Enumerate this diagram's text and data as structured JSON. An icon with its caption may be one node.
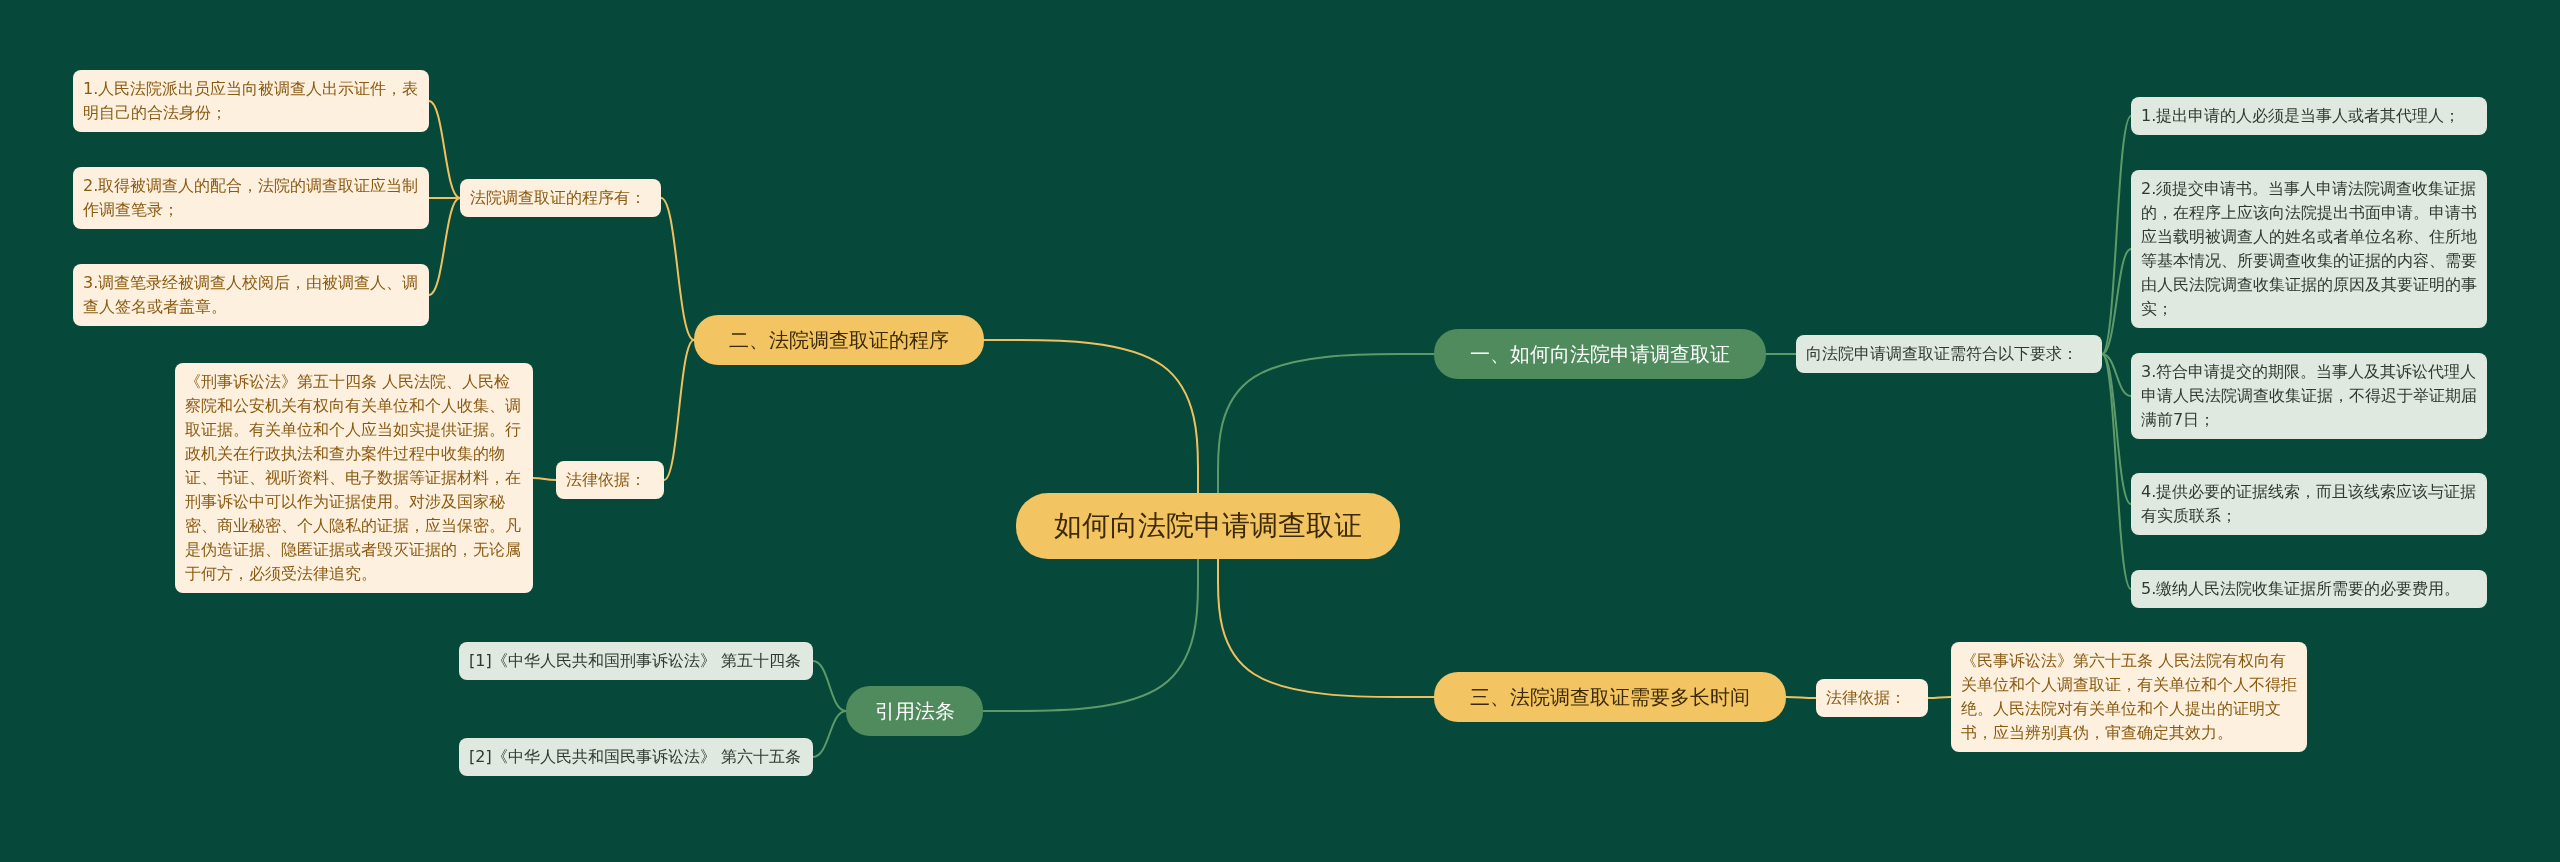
{
  "diagram": {
    "nodes": [
      {
        "text": [
          "如何向法院申请调查取证"
        ]
      },
      {
        "text": [
          "一、如何向法院申请调查取证"
        ]
      },
      {
        "text": [
          "向法院申请调查取证需符合以下要求："
        ]
      },
      {
        "text": [
          "1.提出申请的人必须是当事人或者其代理人；"
        ]
      },
      {
        "text": [
          "2.须提交申请书。当事人申请法院调查收集证据的，在程序上应该向法院提出书面申请。申请书应当载明被调查人的姓名或者单位名称、住所地等基本情况、所要调查收集的证据的内容、需要由人民法院调查收集证据的原因及其要证明的事实；"
        ]
      },
      {
        "text": [
          "3.符合申请提交的期限。当事人及其诉讼代理人申请人民法院调查收集证据，不得迟于举证期届满前7日；"
        ]
      },
      {
        "text": [
          "4.提供必要的证据线索，而且该线索应该与证据有实质联系；"
        ]
      },
      {
        "text": [
          "5.缴纳人民法院收集证据所需要的必要费用。"
        ]
      },
      {
        "text": [
          "二、法院调查取证的程序"
        ]
      },
      {
        "text": [
          "法院调查取证的程序有："
        ]
      },
      {
        "text": [
          "1.人民法院派出员应当向被调查人出示证件，表明自己的合法身份；"
        ]
      },
      {
        "text": [
          "2.取得被调查人的配合，法院的调查取证应当制作调查笔录；"
        ]
      },
      {
        "text": [
          "3.调查笔录经被调查人校阅后，由被调查人、调查人签名或者盖章。"
        ]
      },
      {
        "text": [
          "法律依据："
        ]
      },
      {
        "text": [
          "《刑事诉讼法》第五十四条 人民法院、人民检察院和公安机关有权向有关单位和个人收集、调取证据。有关单位和个人应当如实提供证据。行政机关在行政执法和查办案件过程中收集的物证、书证、视听资料、电子数据等证据材料，在刑事诉讼中可以作为证据使用。对涉及国家秘密、商业秘密、个人隐私的证据，应当保密。凡是伪造证据、隐匿证据或者毁灭证据的，无论属于何方，必须受法律追究。"
        ]
      },
      {
        "text": [
          "三、法院调查取证需要多长时间"
        ]
      },
      {
        "text": [
          "法律依据："
        ]
      },
      {
        "text": [
          "《民事诉讼法》第六十五条 人民法院有权向有关单位和个人调查取证，有关单位和个人不得拒绝。人民法院对有关单位和个人提出的证明文书，应当辨别真伪，审查确定其效力。"
        ]
      },
      {
        "text": [
          "引用法条"
        ]
      },
      {
        "text": [
          "[1]《中华人民共和国刑事诉讼法》 第五十四条"
        ]
      },
      {
        "text": [
          "[2]《中华人民共和国民事诉讼法》 第六十五条"
        ]
      }
    ],
    "edges": [
      {
        "from": 0,
        "to": 1,
        "arrow": "none",
        "color": "#5e9a69"
      },
      {
        "from": 1,
        "to": 2,
        "arrow": "none",
        "color": "#5e9a69"
      },
      {
        "from": 2,
        "to": 3,
        "arrow": "none",
        "color": "#5e9a69"
      },
      {
        "from": 2,
        "to": 4,
        "arrow": "none",
        "color": "#5e9a69"
      },
      {
        "from": 2,
        "to": 5,
        "arrow": "none",
        "color": "#5e9a69"
      },
      {
        "from": 2,
        "to": 6,
        "arrow": "none",
        "color": "#5e9a69"
      },
      {
        "from": 2,
        "to": 7,
        "arrow": "none",
        "color": "#5e9a69"
      },
      {
        "from": 0,
        "to": 8,
        "arrow": "none",
        "color": "#f0c060"
      },
      {
        "from": 8,
        "to": 9,
        "arrow": "none",
        "color": "#f0c060"
      },
      {
        "from": 9,
        "to": 10,
        "arrow": "none",
        "color": "#f0c060"
      },
      {
        "from": 9,
        "to": 11,
        "arrow": "none",
        "color": "#f0c060"
      },
      {
        "from": 9,
        "to": 12,
        "arrow": "none",
        "color": "#f0c060"
      },
      {
        "from": 8,
        "to": 13,
        "arrow": "none",
        "color": "#f0c060"
      },
      {
        "from": 13,
        "to": 14,
        "arrow": "none",
        "color": "#f0c060"
      },
      {
        "from": 0,
        "to": 15,
        "arrow": "none",
        "color": "#f0c060"
      },
      {
        "from": 15,
        "to": 16,
        "arrow": "none",
        "color": "#f0c060"
      },
      {
        "from": 16,
        "to": 17,
        "arrow": "none",
        "color": "#f0c060"
      },
      {
        "from": 0,
        "to": 18,
        "arrow": "none",
        "color": "#5e9a69"
      },
      {
        "from": 18,
        "to": 19,
        "arrow": "none",
        "color": "#5e9a69"
      },
      {
        "from": 18,
        "to": 20,
        "arrow": "none",
        "color": "#5e9a69"
      }
    ]
  }
}
